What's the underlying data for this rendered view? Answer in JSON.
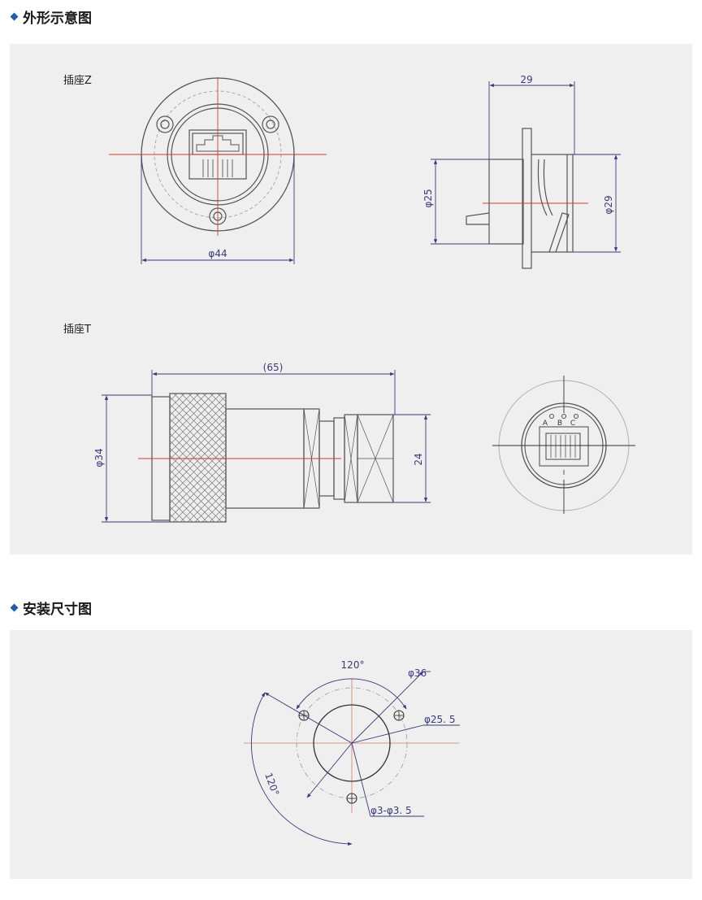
{
  "sections": {
    "outline": {
      "title": "外形示意图"
    },
    "install": {
      "title": "安装尺寸图"
    }
  },
  "outline": {
    "socket_z": {
      "label": "插座Z",
      "dim_diameter": "φ44",
      "dim_length": "29",
      "dim_inner": "φ25",
      "dim_outer": "φ29"
    },
    "socket_t": {
      "label": "插座T",
      "dim_length": "(65)",
      "dim_diameter": "φ34",
      "dim_height": "24",
      "pin_labels": [
        "A",
        "B",
        "C"
      ]
    }
  },
  "install": {
    "angle_top": "120°",
    "angle_left": "120°",
    "dim_pcd": "φ36",
    "dim_hole": "φ25. 5",
    "dim_screw": "φ3-φ3. 5"
  },
  "colors": {
    "accent": "#1e5fa8",
    "line": "#555555",
    "dim": "#3a3a7a",
    "center": "#d23b2b"
  }
}
